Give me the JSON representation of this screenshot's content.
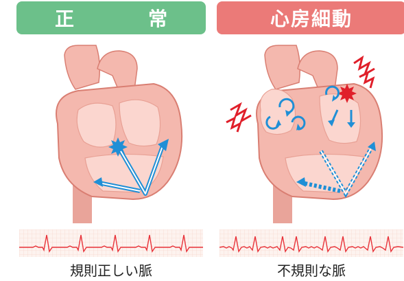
{
  "panels": {
    "normal": {
      "title": "正　常",
      "caption": "規則正しい脈"
    },
    "afib": {
      "title": "心房細動",
      "caption": "不規則な脈"
    }
  },
  "colors": {
    "normal_header": "#6cc08a",
    "afib_header": "#eb7a78",
    "heart_fill": "#f4b8ae",
    "heart_outline": "#d97e72",
    "signal_blue": "#1f8fd6",
    "alert_red": "#e01f2a",
    "ecg_line": "#e8333a",
    "ecg_grid": "#f7d9cf"
  },
  "icons": [
    "starburst-icon",
    "arrow-icon",
    "zigzag-icon",
    "swirl-icon"
  ]
}
